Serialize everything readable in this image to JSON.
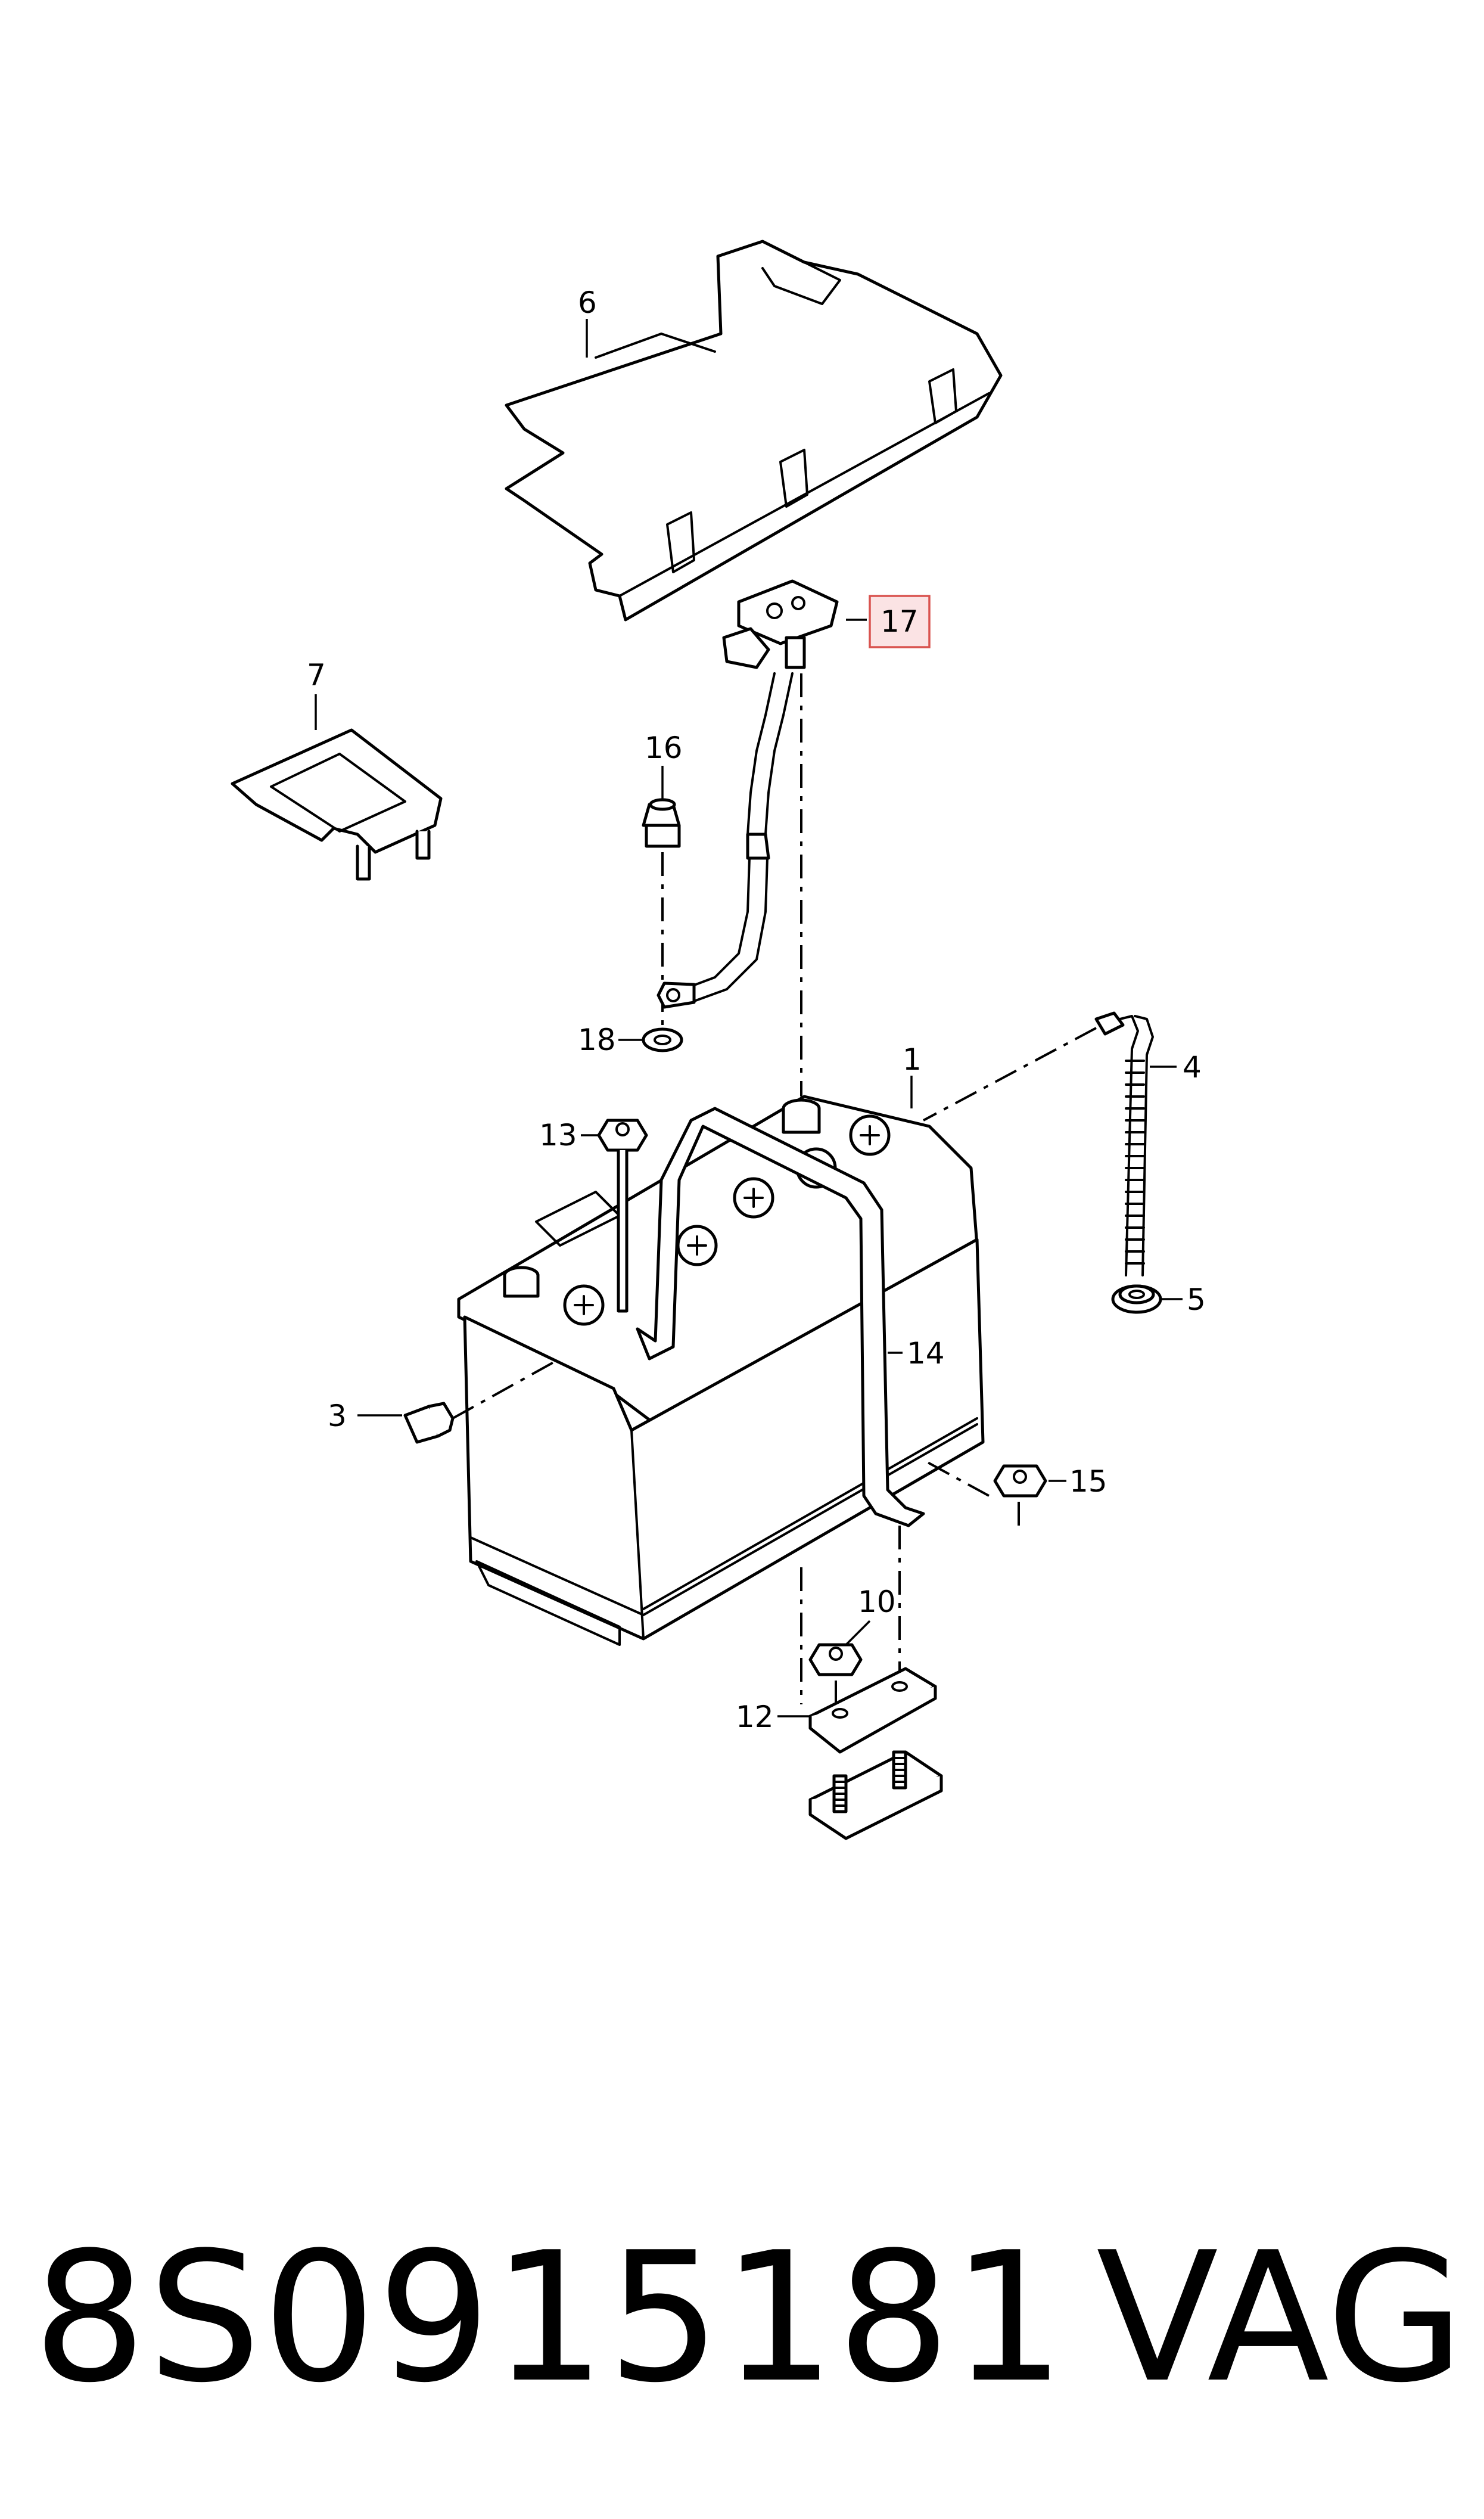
{
  "diagram": {
    "callouts": {
      "c1": "1",
      "c3": "3",
      "c4": "4",
      "c5": "5",
      "c6": "6",
      "c7": "7",
      "c10": "10",
      "c12": "12",
      "c13": "13",
      "c14": "14",
      "c15": "15",
      "c16": "16",
      "c17": "17",
      "c18": "18"
    },
    "highlighted_callout": "17",
    "highlight_color": "#d9534f",
    "highlight_fill": "#fbe3e4"
  },
  "footer": {
    "part_number": "8S0915181",
    "brand": "VAG"
  }
}
